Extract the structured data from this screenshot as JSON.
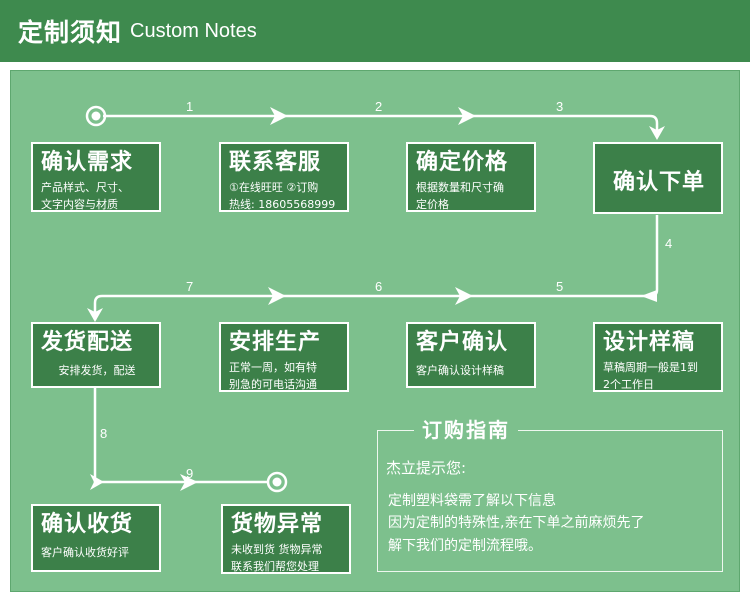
{
  "header": {
    "title_zh": "定制须知",
    "title_en": "Custom Notes"
  },
  "steps": [
    {
      "title": "确认需求",
      "lines": [
        "产品样式、尺寸、",
        "文字内容与材质"
      ]
    },
    {
      "title": "联系客服",
      "lines": [
        "①在线旺旺 ②订购",
        "热线: 18605568999"
      ]
    },
    {
      "title": "确定价格",
      "lines": [
        "根据数量和尺寸确",
        "定价格"
      ]
    },
    {
      "title": "确认下单",
      "lines": []
    },
    {
      "title": "设计样稿",
      "lines": [
        "草稿周期一般是1到",
        "2个工作日"
      ]
    },
    {
      "title": "客户确认",
      "lines": [
        "客户确认设计样稿"
      ]
    },
    {
      "title": "安排生产",
      "lines": [
        "正常一周，如有特",
        "别急的可电话沟通"
      ]
    },
    {
      "title": "发货配送",
      "lines": [
        "安排发货，配送"
      ]
    },
    {
      "title": "确认收货",
      "lines": [
        "客户确认收货好评"
      ]
    },
    {
      "title": "货物异常",
      "lines": [
        "未收到货 货物异常",
        "联系我们帮您处理"
      ]
    }
  ],
  "arrow_numbers": [
    "1",
    "2",
    "3",
    "4",
    "5",
    "6",
    "7",
    "8",
    "9"
  ],
  "guide": {
    "title": "订购指南",
    "greeting": "杰立提示您:",
    "lines": [
      "定制塑料袋需了解以下信息",
      "因为定制的特殊性,亲在下单之前麻烦先了",
      "解下我们的定制流程哦。"
    ]
  },
  "colors": {
    "header": "#3e8a4e",
    "panel": "#7dc08d",
    "box": "#3c8049",
    "line": "#ffffff"
  }
}
